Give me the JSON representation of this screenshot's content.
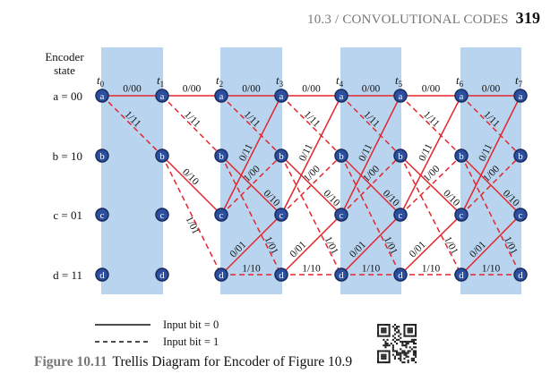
{
  "header": {
    "section": "10.3 / CONVOLUTIONAL CODES",
    "page": "319"
  },
  "diagram": {
    "axis_title": [
      "Encoder",
      "state"
    ],
    "states": [
      {
        "id": "a",
        "label": "a = 00"
      },
      {
        "id": "b",
        "label": "b = 10"
      },
      {
        "id": "c",
        "label": "c = 01"
      },
      {
        "id": "d",
        "label": "d = 11"
      }
    ],
    "times": [
      "0",
      "1",
      "2",
      "3",
      "4",
      "5",
      "6",
      "7"
    ],
    "transitions": [
      {
        "from": "a",
        "to": "a",
        "label": "0/00",
        "input": 0
      },
      {
        "from": "a",
        "to": "b",
        "label": "1/11",
        "input": 1
      },
      {
        "from": "b",
        "to": "c",
        "label": "0/10",
        "input": 0
      },
      {
        "from": "b",
        "to": "d",
        "label": "1/01",
        "input": 1
      },
      {
        "from": "c",
        "to": "a",
        "label": "0/11",
        "input": 0
      },
      {
        "from": "c",
        "to": "b",
        "label": "1/00",
        "input": 1
      },
      {
        "from": "d",
        "to": "c",
        "label": "0/01",
        "input": 0
      },
      {
        "from": "d",
        "to": "d",
        "label": "1/10",
        "input": 1
      }
    ],
    "colors": {
      "edge": "#e3262c",
      "node": "#2b4f9e",
      "band": "#b9d4ee"
    }
  },
  "legend": {
    "solid": "Input bit = 0",
    "dashed": "Input bit = 1"
  },
  "caption": {
    "number": "Figure 10.11",
    "title": "Trellis Diagram for Encoder of Figure 10.9"
  },
  "qr_code": "qr-code"
}
